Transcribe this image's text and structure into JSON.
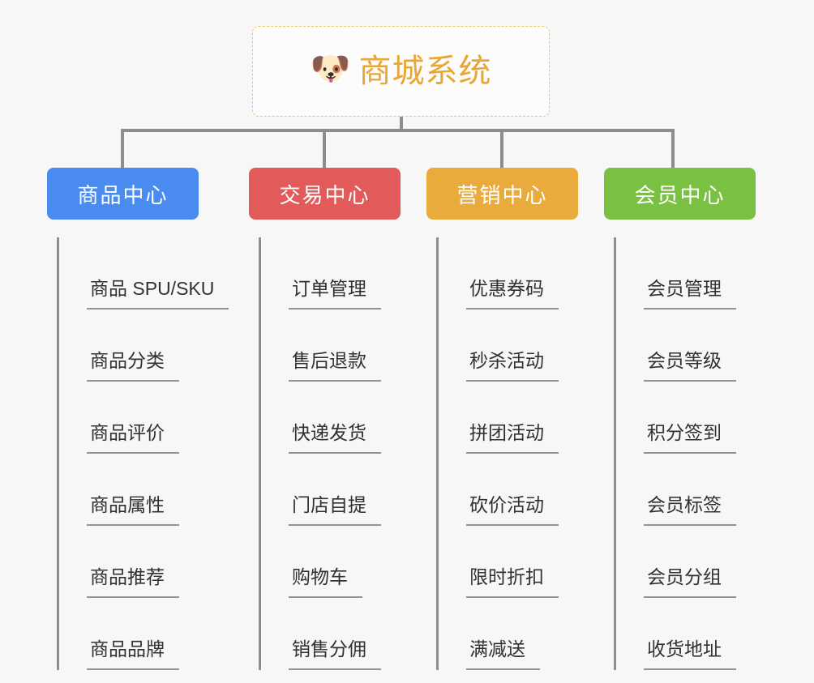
{
  "root": {
    "icon": "shiba-dog-face-emoji",
    "emoji": "🐶",
    "title": "商城系统",
    "title_color": "#e8a734",
    "border_color": "#f0c268"
  },
  "background_color": "#f7f7f7",
  "connector_color": "#8d8d8d",
  "columns": [
    {
      "id": "product-center",
      "header": "商品中心",
      "color": "#4a8bf0",
      "items": [
        "商品 SPU/SKU",
        "商品分类",
        "商品评价",
        "商品属性",
        "商品推荐",
        "商品品牌"
      ]
    },
    {
      "id": "trade-center",
      "header": "交易中心",
      "color": "#e15b5b",
      "items": [
        "订单管理",
        "售后退款",
        "快递发货",
        "门店自提",
        "购物车",
        "销售分佣"
      ]
    },
    {
      "id": "marketing-center",
      "header": "营销中心",
      "color": "#eaab3d",
      "items": [
        "优惠券码",
        "秒杀活动",
        "拼团活动",
        "砍价活动",
        "限时折扣",
        "满减送"
      ]
    },
    {
      "id": "member-center",
      "header": "会员中心",
      "color": "#7ac043",
      "items": [
        "会员管理",
        "会员等级",
        "积分签到",
        "会员标签",
        "会员分组",
        "收货地址"
      ]
    }
  ]
}
